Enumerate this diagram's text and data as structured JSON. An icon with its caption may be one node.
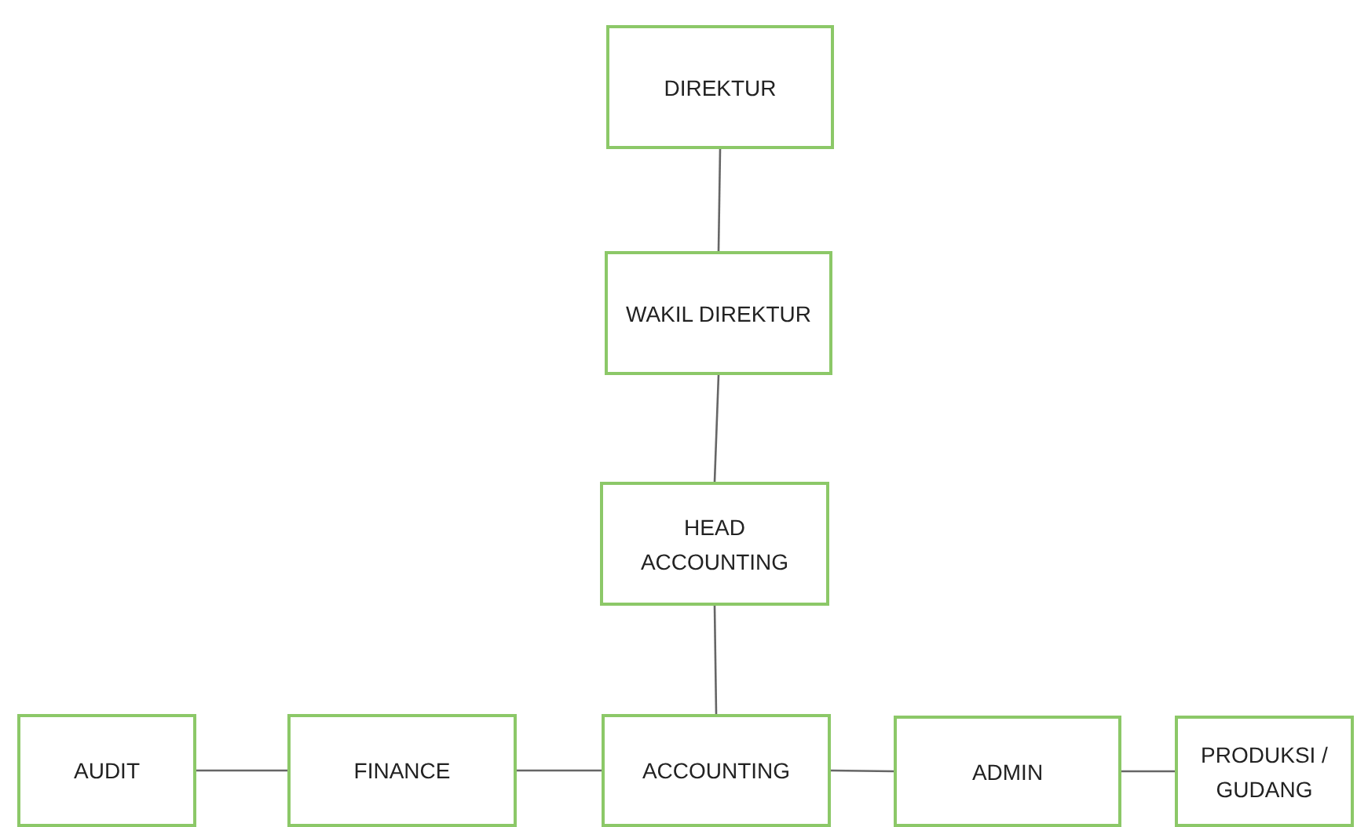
{
  "diagram": {
    "nodes": [
      {
        "text": [
          "DIREKTUR"
        ]
      },
      {
        "text": [
          "WAKIL DIREKTUR"
        ]
      },
      {
        "text": [
          "HEAD ACCOUNTING"
        ]
      },
      {
        "text": [
          "AUDIT"
        ]
      },
      {
        "text": [
          "FINANCE"
        ]
      },
      {
        "text": [
          "ACCOUNTING"
        ]
      },
      {
        "text": [
          "ADMIN"
        ]
      },
      {
        "text": [
          "PRODUKSI / GUDANG"
        ]
      }
    ],
    "edges": [
      {
        "from": 0,
        "to": 1,
        "arrow": "none"
      },
      {
        "from": 1,
        "to": 2,
        "arrow": "none"
      },
      {
        "from": 2,
        "to": 5,
        "arrow": "none"
      },
      {
        "from": 3,
        "to": 4,
        "arrow": "none"
      },
      {
        "from": 4,
        "to": 5,
        "arrow": "none"
      },
      {
        "from": 5,
        "to": 6,
        "arrow": "none"
      },
      {
        "from": 6,
        "to": 7,
        "arrow": "none"
      }
    ]
  }
}
